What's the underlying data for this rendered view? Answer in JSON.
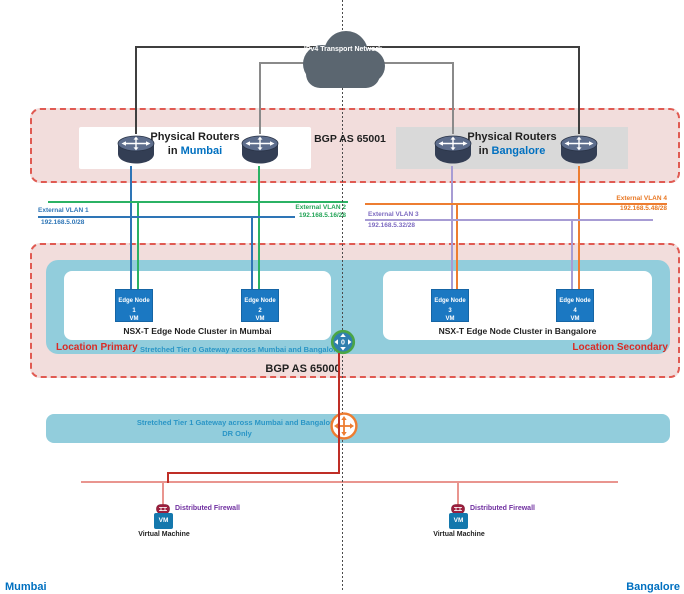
{
  "cloud": {
    "label": "IPv4 Transport Network"
  },
  "router_groups": {
    "mumbai": {
      "line1": "Physical Routers",
      "prefix": "in ",
      "city": "Mumbai"
    },
    "bangalore": {
      "line1": "Physical Routers",
      "prefix": "in ",
      "city": "Bangalore"
    }
  },
  "bgp": {
    "top": "BGP AS 65001",
    "bottom": "BGP AS 65000"
  },
  "vlans": [
    {
      "name": "External VLAN 1",
      "subnet": "192.168.5.0/28"
    },
    {
      "name": "External VLAN 2",
      "subnet": "192.168.5.16/28"
    },
    {
      "name": "External VLAN 3",
      "subnet": "192.168.5.32/28"
    },
    {
      "name": "External VLAN 4",
      "subnet": "192.168.5.48/28"
    }
  ],
  "edge_nodes": [
    {
      "name": "Edge Node 1",
      "vm": "VM"
    },
    {
      "name": "Edge Node 2",
      "vm": "VM"
    },
    {
      "name": "Edge Node 3",
      "vm": "VM"
    },
    {
      "name": "Edge Node 4",
      "vm": "VM"
    }
  ],
  "clusters": {
    "mumbai": "NSX-T Edge Node Cluster in Mumbai",
    "bangalore": "NSX-T Edge Node Cluster in Bangalore"
  },
  "locations": {
    "primary": "Location Primary",
    "secondary": "Location Secondary"
  },
  "tier0": {
    "label": "Stretched Tier 0 Gateway across Mumbai and Bangalore",
    "icon_digit": "0"
  },
  "tier1": {
    "line1": "Stretched Tier 1 Gateway across Mumbai and Bangalore",
    "line2": "DR Only"
  },
  "dfw": {
    "label": "Distributed Firewall"
  },
  "vm": {
    "badge": "VM",
    "label": "Virtual Machine"
  },
  "sites": {
    "left": "Mumbai",
    "right": "Bangalore"
  },
  "colors": {
    "zone_border": "#e05a52",
    "zone_fill": "#f2dddc",
    "teal": "#92cddc",
    "edge_node_blue": "#1b78c2",
    "vlan1_blue": "#2e75b6",
    "vlan2_green": "#2bb264",
    "vlan3_purple": "#a79cd4",
    "vlan4_orange": "#ed7d31",
    "tier_label_blue": "#2b96c6",
    "location_red": "#d92b25",
    "firewall_purple": "#7030a0",
    "site_blue": "#0070c0",
    "t1_dark_red": "#bf2e26",
    "segment_pink": "#e9958f",
    "cloud_gray": "#5b6670"
  }
}
